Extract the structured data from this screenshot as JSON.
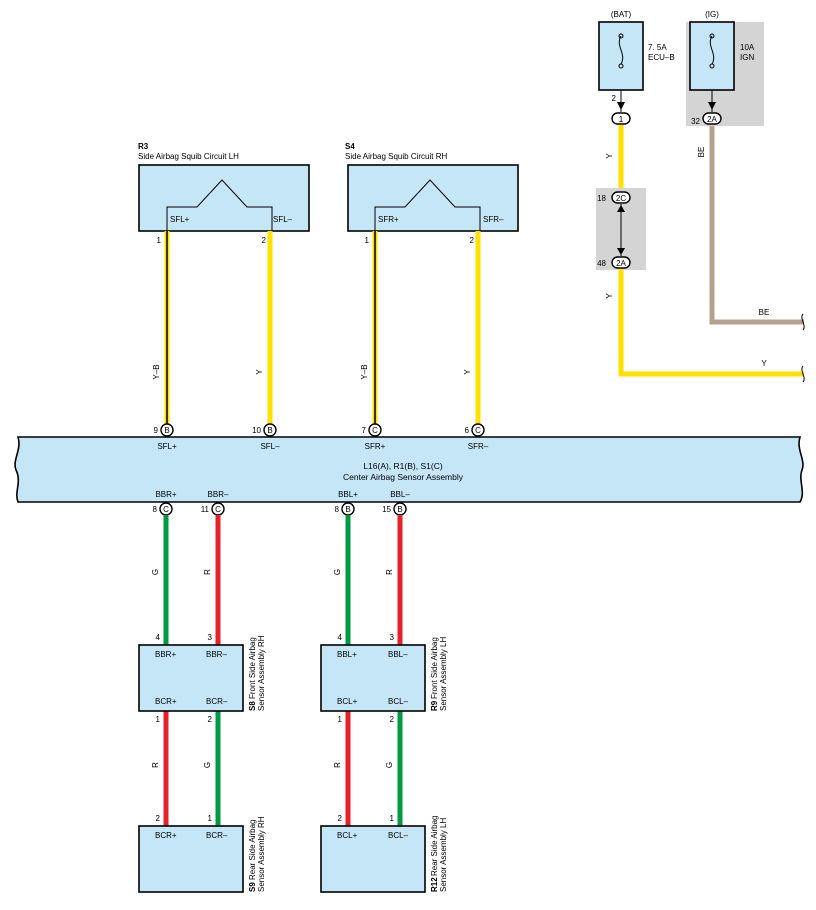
{
  "colors": {
    "box_fill": "#c5e6f6",
    "wire_y": "#ffe100",
    "wire_g": "#009944",
    "wire_r": "#e8202a",
    "wire_be": "#b4a08c",
    "gray_bg": "#d4d4d4"
  },
  "fuses": {
    "bat": {
      "source": "(BAT)",
      "rating": "7. 5A",
      "name": "ECU–B",
      "pin": "2",
      "connector": "1"
    },
    "ig": {
      "source": "(IG)",
      "rating": "10A",
      "name": "IGN",
      "pin": "32",
      "connector": "2A"
    }
  },
  "junction": {
    "top_pin": "18",
    "top_conn": "2C",
    "bottom_pin": "48",
    "bottom_conn": "2A"
  },
  "wire_labels": {
    "y": "Y",
    "be": "BE",
    "yb": "Y–B",
    "g": "G",
    "r": "R"
  },
  "r3": {
    "id": "R3",
    "name": "Side Airbag Squib Circuit LH",
    "term_plus": "SFL+",
    "term_minus": "SFL–",
    "pin_plus": "1",
    "pin_minus": "2"
  },
  "s4": {
    "id": "S4",
    "name": "Side Airbag Squib Circuit RH",
    "term_plus": "SFR+",
    "term_minus": "SFR–",
    "pin_plus": "1",
    "pin_minus": "2"
  },
  "center": {
    "ids": "L16(A), R1(B), S1(C)",
    "name": "Center Airbag Sensor Assembly",
    "top_pins": [
      {
        "num": "9",
        "conn": "B",
        "label": "SFL+"
      },
      {
        "num": "10",
        "conn": "B",
        "label": "SFL–"
      },
      {
        "num": "7",
        "conn": "C",
        "label": "SFR+"
      },
      {
        "num": "6",
        "conn": "C",
        "label": "SFR–"
      }
    ],
    "bottom_pins": [
      {
        "num": "8",
        "conn": "C",
        "label": "BBR+"
      },
      {
        "num": "11",
        "conn": "C",
        "label": "BBR–"
      },
      {
        "num": "8",
        "conn": "B",
        "label": "BBL+"
      },
      {
        "num": "15",
        "conn": "B",
        "label": "BBL–"
      }
    ]
  },
  "s8": {
    "id": "S8",
    "name1": "Front Side Airbag",
    "name2": "Sensor Assembly RH",
    "top_plus": "BBR+",
    "top_minus": "BBR–",
    "bot_plus": "BCR+",
    "bot_minus": "BCR–",
    "pin_tl": "4",
    "pin_tr": "3",
    "pin_bl": "1",
    "pin_br": "2"
  },
  "r9": {
    "id": "R9",
    "name1": "Front Side Airbag",
    "name2": "Sensor Assembly LH",
    "top_plus": "BBL+",
    "top_minus": "BBL–",
    "bot_plus": "BCL+",
    "bot_minus": "BCL–",
    "pin_tl": "4",
    "pin_tr": "3",
    "pin_bl": "1",
    "pin_br": "2"
  },
  "s9": {
    "id": "S9",
    "name1": "Rear Side Airbag",
    "name2": "Sensor Assembly RH",
    "plus": "BCR+",
    "minus": "BCR–",
    "pin_l": "2",
    "pin_r": "1"
  },
  "r12": {
    "id": "R12",
    "name1": "Rear Side Airbag",
    "name2": "Sensor Assembly LH",
    "plus": "BCL+",
    "minus": "BCL–",
    "pin_l": "2",
    "pin_r": "1"
  }
}
